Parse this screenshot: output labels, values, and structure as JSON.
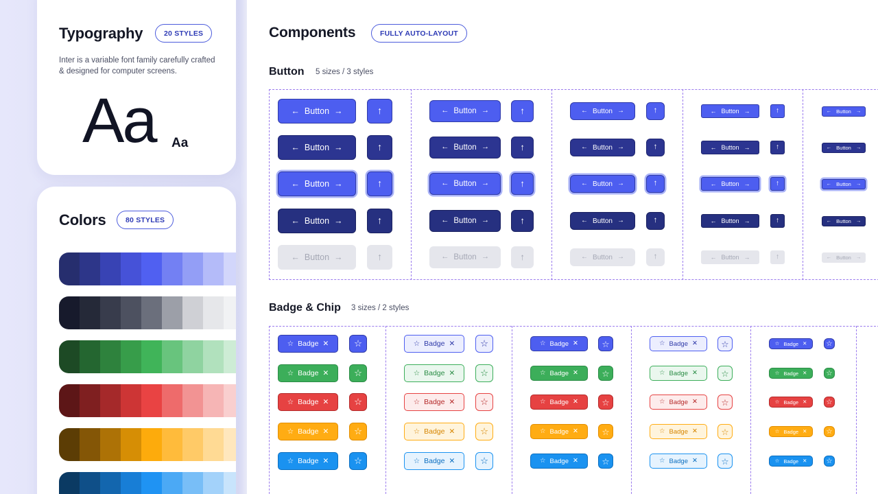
{
  "typography": {
    "title": "Typography",
    "badge": "20 STYLES",
    "description": "Inter is a variable font family carefully crafted & designed for computer screens.",
    "sample_large": "Aa",
    "sample_small": "Aa"
  },
  "colors": {
    "title": "Colors",
    "badge": "80 STYLES",
    "ramps": [
      [
        "#262e6e",
        "#2d3689",
        "#3843b4",
        "#4652d8",
        "#5060f1",
        "#7380f3",
        "#939ef6",
        "#b4bbf9",
        "#d2d6fb",
        "#eceefe"
      ],
      [
        "#171a2c",
        "#252938",
        "#383c4c",
        "#4d5160",
        "#6b6f7c",
        "#9c9fa8",
        "#cfd0d5",
        "#e6e7ea",
        "#f1f2f4",
        "#fafafb"
      ],
      [
        "#1d4a25",
        "#246630",
        "#2e823d",
        "#379d4a",
        "#40b459",
        "#68c47d",
        "#8fd3a0",
        "#b1e1bd",
        "#cdecd5",
        "#e8f6ec"
      ],
      [
        "#5d1617",
        "#7f1f20",
        "#a5292a",
        "#cd3535",
        "#e94343",
        "#ee6b6b",
        "#f29393",
        "#f6b5b5",
        "#f9cfcf",
        "#fdeaea"
      ],
      [
        "#5c3d05",
        "#845606",
        "#ad7206",
        "#d68e05",
        "#fdab0c",
        "#ffbb3b",
        "#ffca67",
        "#ffda94",
        "#ffe7bd",
        "#fff4de"
      ],
      [
        "#0b3a63",
        "#0f4f88",
        "#1366ae",
        "#187ed6",
        "#1f93f3",
        "#4ba9f5",
        "#78bef7",
        "#a3d2fa",
        "#c8e4fc",
        "#e7f3fe"
      ]
    ]
  },
  "components": {
    "title": "Components",
    "badge": "FULLY AUTO-LAYOUT",
    "button_section": {
      "title": "Button",
      "subtitle": "5 sizes / 3 styles",
      "label": "Button",
      "left_arrow": "←",
      "right_arrow": "→",
      "up_arrow": "↑"
    },
    "badge_section": {
      "title": "Badge & Chip",
      "subtitle": "3 sizes / 2 styles",
      "label": "Badge",
      "star": "☆",
      "close": "✕"
    }
  }
}
